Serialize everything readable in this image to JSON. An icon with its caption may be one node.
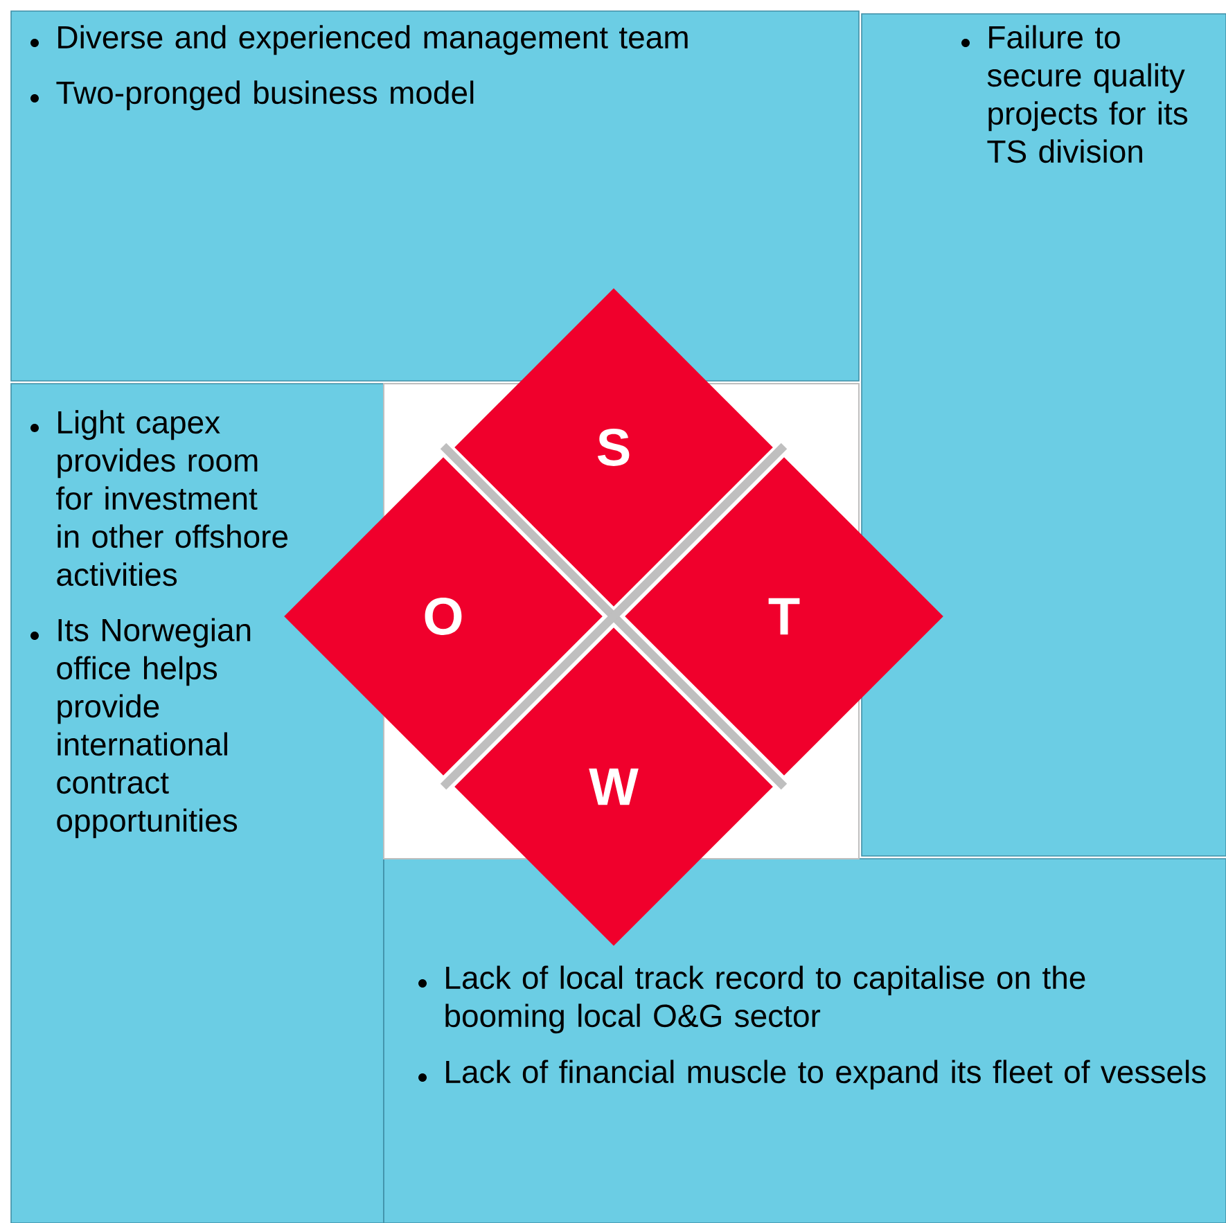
{
  "diagram": {
    "nodes": [
      {
        "text": [
          "Diverse and experienced management team",
          "Two-pronged business model"
        ]
      },
      {
        "text": [
          "Failure to secure quality projects for its TS division"
        ]
      },
      {
        "text": [
          "Light capex provides room for investment in other offshore activities",
          "Its Norwegian office helps provide international contract opportunities"
        ]
      },
      {
        "text": [
          "Lack of local track record to capitalise on the booming local O&G sector",
          "Lack of financial muscle to expand its fleet of vessels"
        ]
      },
      {
        "text": [],
        "shape": "box"
      },
      {
        "text": [
          "S"
        ]
      },
      {
        "text": [
          "O"
        ]
      },
      {
        "text": [
          "T"
        ]
      },
      {
        "text": [
          "W"
        ]
      }
    ]
  }
}
